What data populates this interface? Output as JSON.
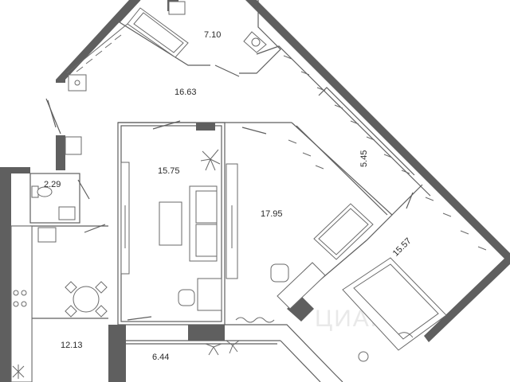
{
  "rooms": [
    {
      "id": "bathroom",
      "area": "7.10"
    },
    {
      "id": "hall",
      "area": "16.63"
    },
    {
      "id": "living-room",
      "area": "15.75"
    },
    {
      "id": "wardrobe",
      "area": "5.45"
    },
    {
      "id": "toilet",
      "area": "2.29"
    },
    {
      "id": "bedroom-1",
      "area": "17.95"
    },
    {
      "id": "bedroom-2",
      "area": "15.57"
    },
    {
      "id": "kitchen",
      "area": "12.13"
    },
    {
      "id": "balcony",
      "area": "6.44"
    }
  ],
  "watermark": "ЦИАН",
  "colors": {
    "wall": "#5f5f5f",
    "line": "#6a6a6a",
    "label": "#2a2a2a"
  }
}
